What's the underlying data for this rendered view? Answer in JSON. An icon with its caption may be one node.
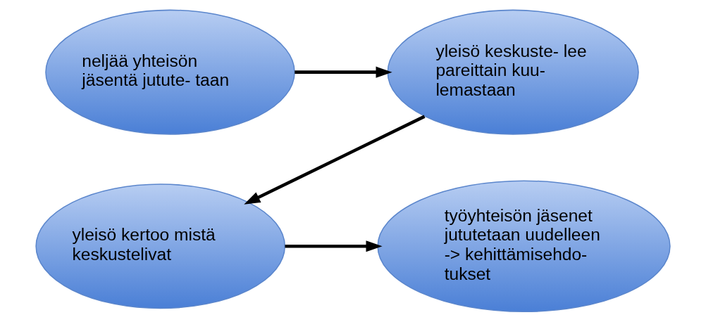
{
  "diagram": {
    "nodes": [
      {
        "text": [
          "neljää yhteisön jäsentä jutute- taan"
        ]
      },
      {
        "text": [
          "yleisö keskuste- lee pareittain kuu- lemastaan"
        ]
      },
      {
        "text": [
          "yleisö kertoo mistä keskustelivat"
        ]
      },
      {
        "text": [
          "työyhteisön jäsenet jututetaan uudelleen -> kehittämisehdo- tukset"
        ]
      }
    ],
    "edges": [
      {
        "from": 0,
        "to": 1,
        "arrow": "to"
      },
      {
        "from": 1,
        "to": 2,
        "arrow": "to"
      },
      {
        "from": 2,
        "to": 3,
        "arrow": "to"
      }
    ]
  }
}
